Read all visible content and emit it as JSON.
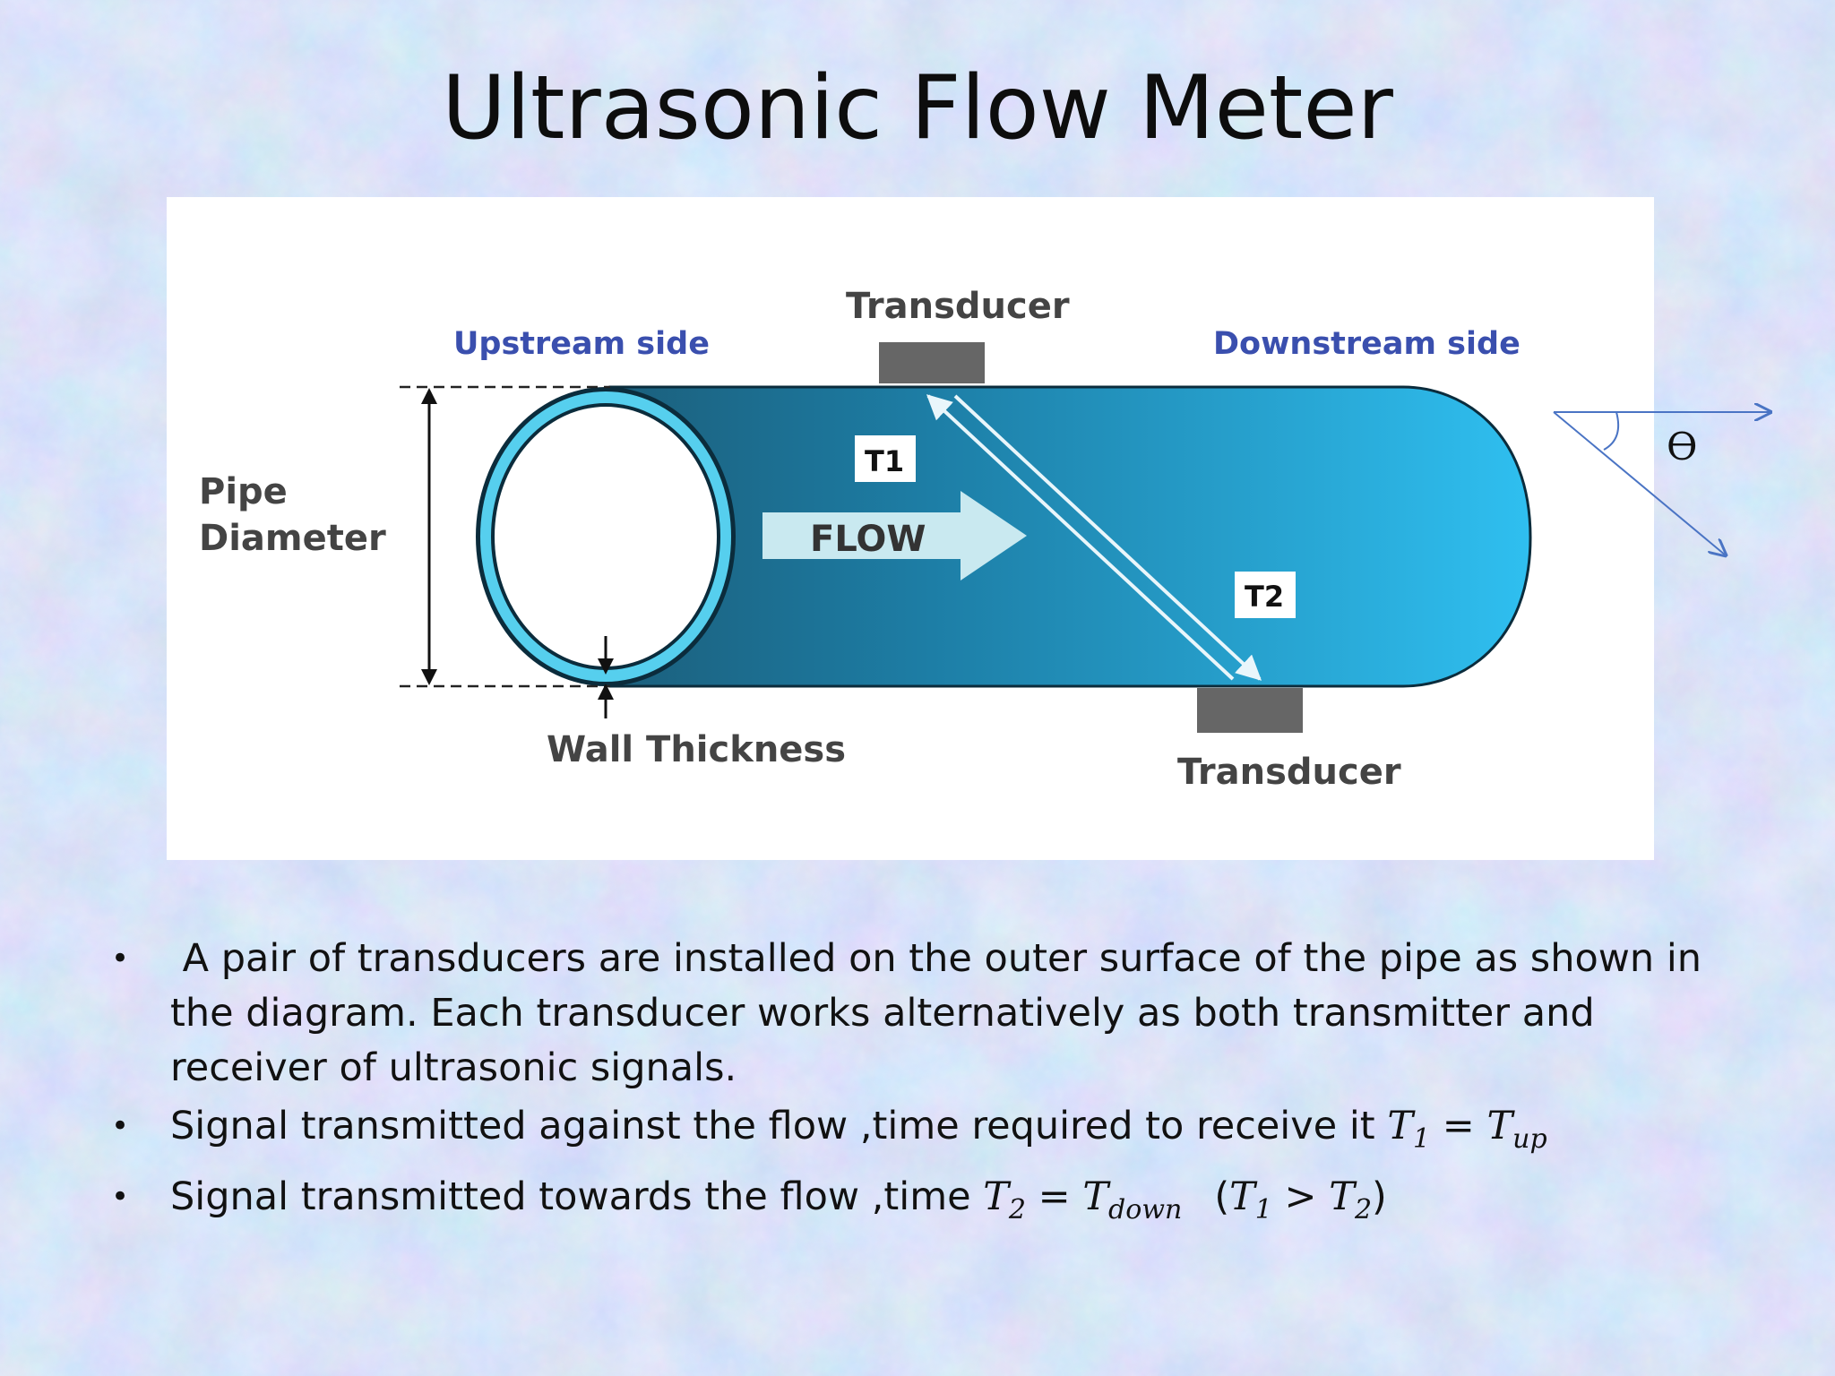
{
  "slide": {
    "title": "Ultrasonic Flow Meter"
  },
  "diagram": {
    "label_transducer_top": "Transducer",
    "label_transducer_bottom": "Transducer",
    "label_upstream": "Upstream side",
    "label_downstream": "Downstream side",
    "label_pipe_diameter_line1": "Pipe",
    "label_pipe_diameter_line2": "Diameter",
    "label_wall_thickness": "Wall Thickness",
    "label_flow": "FLOW",
    "label_t1": "T1",
    "label_t2": "T2",
    "angle_symbol": "ϴ",
    "colors": {
      "pipe_dark": "#1f6f8c",
      "pipe_light": "#2bb3e6",
      "pipe_ring": "#5ad1ef",
      "transducer": "#666666",
      "upstream_text": "#3a4fae",
      "angle_lines": "#4a74c4"
    }
  },
  "bullets": {
    "b1": " A pair of transducers are installed on the outer surface of the pipe as shown in the diagram. Each transducer works alternatively as both transmitter and receiver of ultrasonic signals.",
    "b2_text": "Signal transmitted against the flow ,time required to receive it ",
    "b2_math": {
      "t": "T",
      "t_sub": "1",
      "eq": " = ",
      "t2": "T",
      "t2_sub": "up"
    },
    "b3_text": "Signal transmitted towards the flow ,time ",
    "b3_math": {
      "t": "T",
      "t_sub": "2",
      "eq": " = ",
      "t2": "T",
      "t2_sub": "down",
      "open": "(",
      "a": "T",
      "a_sub": "1",
      "gt": " > ",
      "b": "T",
      "b_sub": "2",
      "close": ")"
    },
    "bullet_symbol": "•"
  }
}
